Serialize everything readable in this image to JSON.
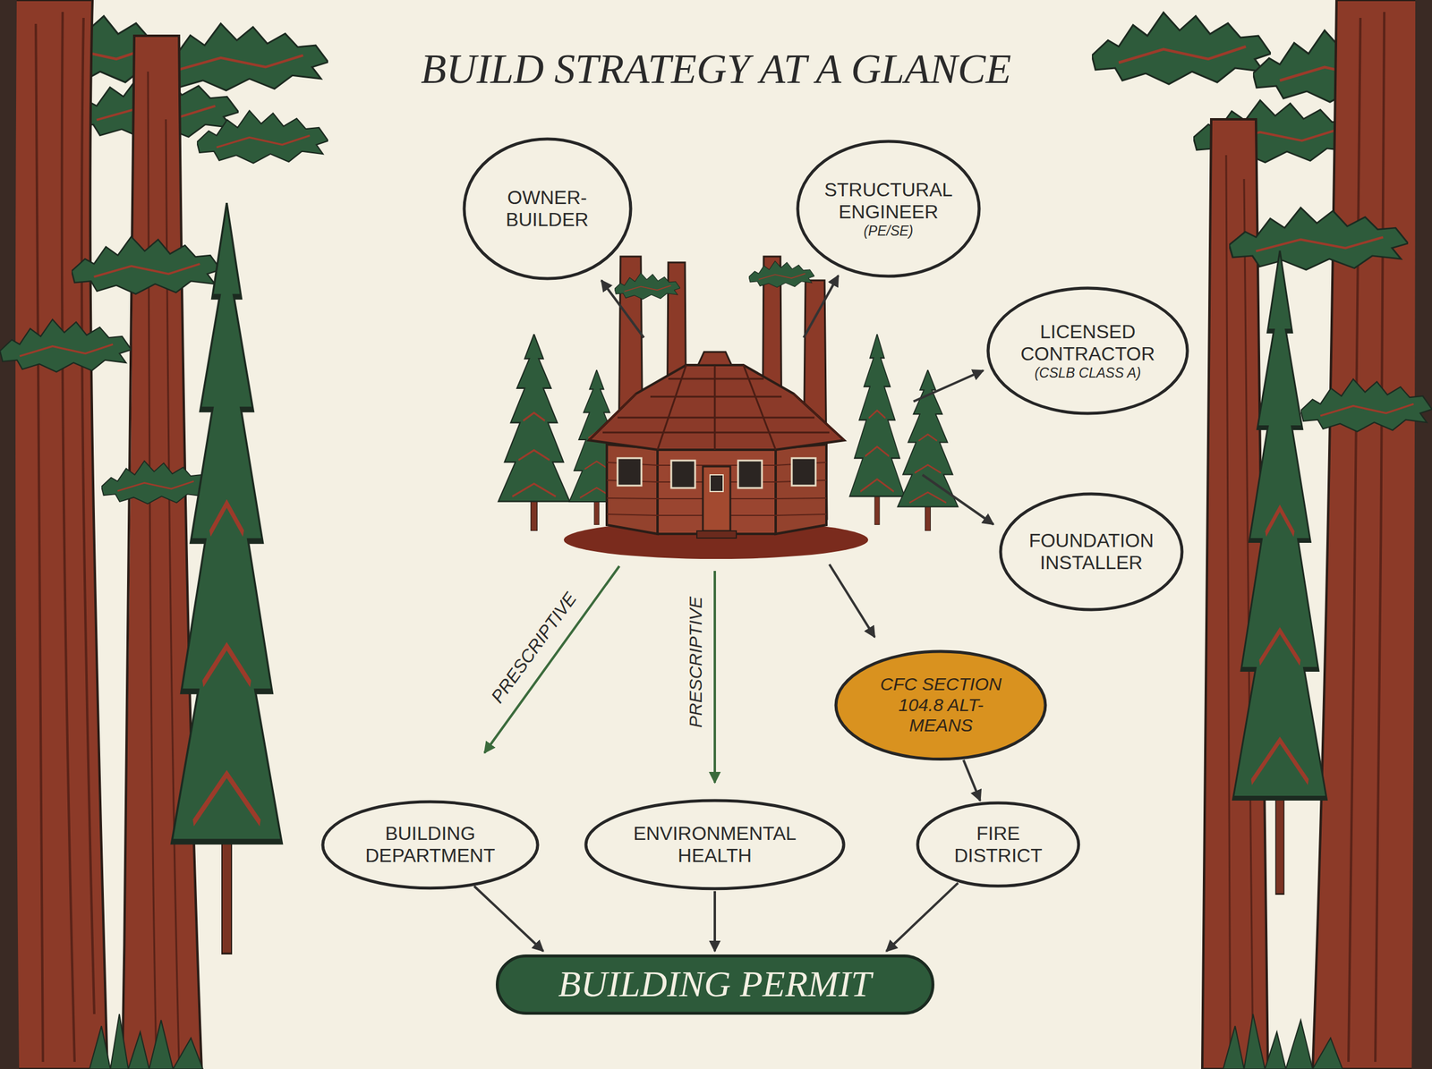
{
  "diagram": {
    "title": "BUILD STRATEGY AT A GLANCE",
    "nodes": [
      {
        "text": [
          "OWNER- BUILDER"
        ]
      },
      {
        "text": [
          "STRUCTURAL ENGINEER",
          "(PE/SE)"
        ]
      },
      {
        "text": [
          "LICENSED CONTRACTOR",
          "(CSLB CLASS A)"
        ]
      },
      {
        "text": [
          "FOUNDATION INSTALLER"
        ]
      },
      {
        "text": [
          "CFC SECTION 104.8 ALT-MEANS"
        ]
      },
      {
        "text": [
          "BUILDING DEPARTMENT"
        ]
      },
      {
        "text": [
          "ENVIRONMENTAL HEALTH"
        ]
      },
      {
        "text": [
          "FIRE DISTRICT"
        ]
      },
      {
        "text": [
          "BUILDING PERMIT"
        ]
      }
    ],
    "edges": [
      {
        "from": 4,
        "to": 7,
        "arrow": "to"
      },
      {
        "from": 5,
        "to": 8,
        "arrow": "to"
      },
      {
        "from": 6,
        "to": 8,
        "arrow": "to"
      },
      {
        "from": 7,
        "to": 8,
        "arrow": "to"
      }
    ],
    "labels": [
      "PRESCRIPTIVE",
      "PRESCRIPTIVE"
    ]
  }
}
